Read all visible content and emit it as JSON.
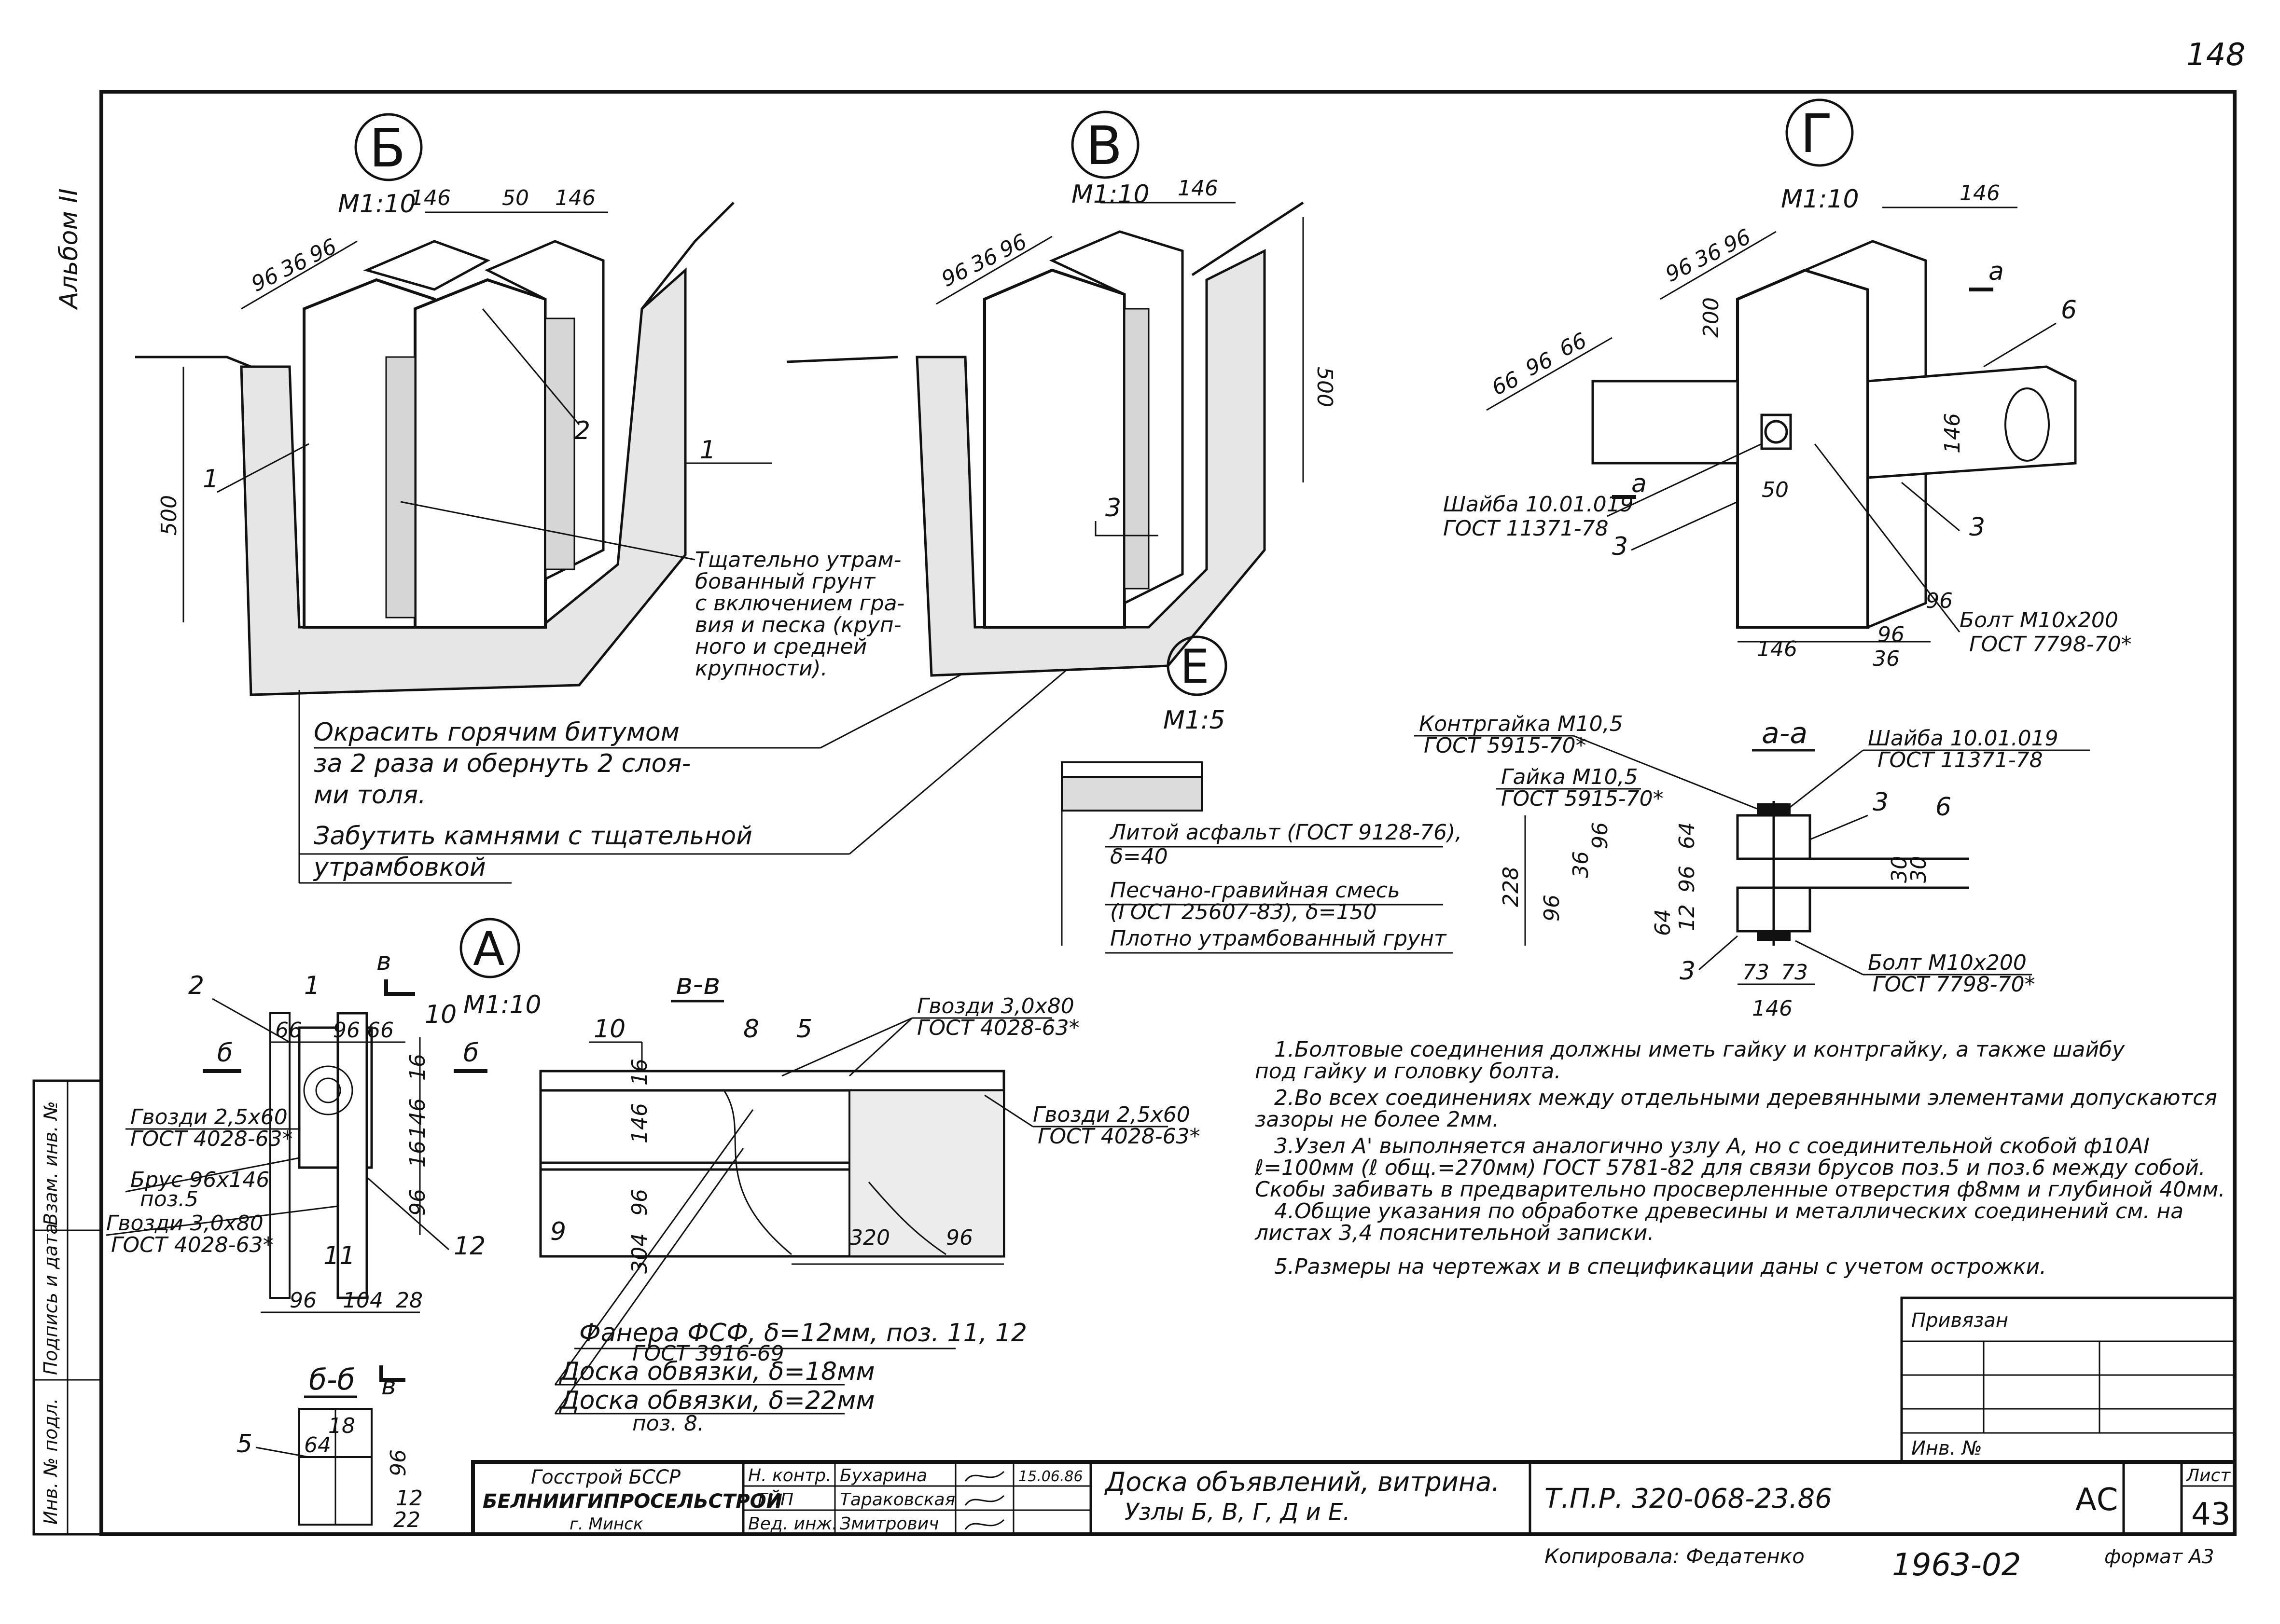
{
  "sheet": {
    "page_number": "148",
    "album": "Альбом II",
    "format": "формат А3",
    "copied_by": "Копировала: Федатенко",
    "number_bottom": "1963-02"
  },
  "node_b": {
    "bubble": "Б",
    "scale": "М1:10",
    "dims_top": [
      "146",
      "50",
      "146"
    ],
    "dims_side": [
      "96",
      "36",
      "96"
    ],
    "depth": "500",
    "pos1": "1",
    "pos2": "2",
    "pos1r": "1"
  },
  "node_v": {
    "bubble": "В",
    "scale": "М1:10",
    "dims_top": [
      "146"
    ],
    "dims_side": [
      "96",
      "36",
      "96"
    ],
    "depth": "500",
    "pos3": "3"
  },
  "node_g": {
    "bubble": "Г",
    "scale": "М1:10",
    "dims_top": [
      "146"
    ],
    "dims_side": [
      "96",
      "36",
      "96"
    ],
    "dims_left": [
      "66",
      "96",
      "66"
    ],
    "d200": "200",
    "d146": "146",
    "d50": "50",
    "bottom_dims": [
      "146",
      "96",
      "36",
      "96"
    ],
    "pos3a": "3",
    "pos3b": "3",
    "pos6": "6",
    "section_mark": "а",
    "washer": [
      "Шайба 10.01.019",
      "ГОСТ 11371-78"
    ],
    "bolt": [
      "Болт М10х200",
      "ГОСТ 7798-70*"
    ]
  },
  "node_e": {
    "bubble": "Е",
    "scale": "М1:5",
    "layers": [
      "Литой асфальт (ГОСТ 9128-76),",
      "δ=40",
      "Песчано-гравийная смесь",
      "(ГОСТ 25607-83), δ=150",
      "Плотно утрамбованный грунт"
    ]
  },
  "callouts_b": {
    "soil": [
      "Тщательно утрам-",
      "бованный грунт",
      "с включением гра-",
      "вия и песка (круп-",
      "ного и средней",
      "крупности)."
    ],
    "bitumen": [
      "Окрасить горячим битумом",
      "за 2 раза и обернуть 2 слоя-",
      "ми толя."
    ],
    "stones": [
      "Забутить камнями с тщательной",
      "утрамбовкой"
    ]
  },
  "section_aa": {
    "title": "а-а",
    "counter_nut": [
      "Контргайка М10,5",
      "ГОСТ 5915-70*"
    ],
    "nut": [
      "Гайка М10,5",
      "ГОСТ 5915-70*"
    ],
    "washer": [
      "Шайба 10.01.019",
      "ГОСТ 11371-78"
    ],
    "bolt": [
      "Болт М10х200",
      "ГОСТ 7798-70*"
    ],
    "dims_left": [
      "228",
      "36",
      "96",
      "96"
    ],
    "dims_mid": [
      "64",
      "96",
      "64",
      "12"
    ],
    "dims_right": [
      "30",
      "30"
    ],
    "dims_bottom": [
      "73",
      "73",
      "146"
    ],
    "pos3a": "3",
    "pos3b": "3",
    "pos6": "6"
  },
  "node_a": {
    "bubble": "А",
    "scale": "М1:10",
    "section_mark_b": "б",
    "section_mark_v": "в",
    "dims_top": [
      "66",
      "96",
      "66"
    ],
    "dims_side": [
      "16",
      "146",
      "16",
      "96"
    ],
    "dims_bottom": [
      "96",
      "104",
      "28"
    ],
    "pos1": "1",
    "pos2": "2",
    "pos10": "10",
    "pos11": "11",
    "pos12": "12",
    "nails1": [
      "Гвозди 2,5х60",
      "ГОСТ 4028-63*"
    ],
    "beam": [
      "Брус 96х146",
      "поз.5"
    ],
    "nails2": [
      "Гвозди 3,0х80",
      "ГОСТ 4028-63*"
    ]
  },
  "section_vv": {
    "title": "в-в",
    "nails_top": [
      "Гвозди 3,0х80",
      "ГОСТ 4028-63*"
    ],
    "nails_right": [
      "Гвозди 2,5х60",
      "ГОСТ 4028-63*"
    ],
    "pos8": "8",
    "pos5": "5",
    "pos9": "9",
    "pos10": "10",
    "dims": [
      "16",
      "146",
      "96",
      "304",
      "320",
      "96"
    ],
    "plywood": [
      "Фанера ФСФ, δ=12мм, поз. 11, 12",
      "ГОСТ 3916-69"
    ],
    "board18": "Доска обвязки, δ=18мм",
    "board22": [
      "Доска обвязки, δ=22мм",
      "поз. 8."
    ]
  },
  "section_bb": {
    "title": "б-б",
    "mark": "в",
    "pos5": "5",
    "dims": [
      "64",
      "18",
      "96",
      "12",
      "22"
    ]
  },
  "notes": [
    "1.Болтовые соединения должны иметь гайку и контргайку, а также шайбу",
    "под гайку и головку болта.",
    "2.Во всех соединениях между отдельными деревянными элементами допускаются",
    "зазоры не более 2мм.",
    "3.Узел А' выполняется аналогично узлу А, но с соединительной скобой ф10АI",
    "ℓ=100мм (ℓ общ.=270мм) ГОСТ 5781-82 для связи брусов поз.5 и поз.6 между собой.",
    "Скобы забивать в предварительно просверленные отверстия ф8мм и глубиной 40мм.",
    "4.Общие указания по обработке древесины и металлических соединений см. на",
    "листах 3,4 пояснительной записки.",
    "5.Размеры на чертежах и в спецификации даны с учетом острожки."
  ],
  "stamp": {
    "org1": "Госстрой БССР",
    "org2": "БЕЛНИИГИПРОСЕЛЬСТРОЙ",
    "city": "г. Минск",
    "roles": [
      "Н. контр.",
      "ГИП",
      "Вед. инж."
    ],
    "names": [
      "Бухарина",
      "Тараковская",
      "Змитрович"
    ],
    "date": "15.06.86",
    "title1": "Доска объявлений, витрина.",
    "title2": "Узлы Б, В, Г, Д и Е.",
    "code": "Т.П.Р. 320-068-23.86",
    "stage": "АС",
    "sheet_label": "Лист",
    "sheet_no": "43",
    "attached": "Привязан",
    "inv": "Инв. №"
  },
  "side_stamp": [
    "Инв. № подл.",
    "Подпись и дата",
    "Взам. инв. №"
  ]
}
